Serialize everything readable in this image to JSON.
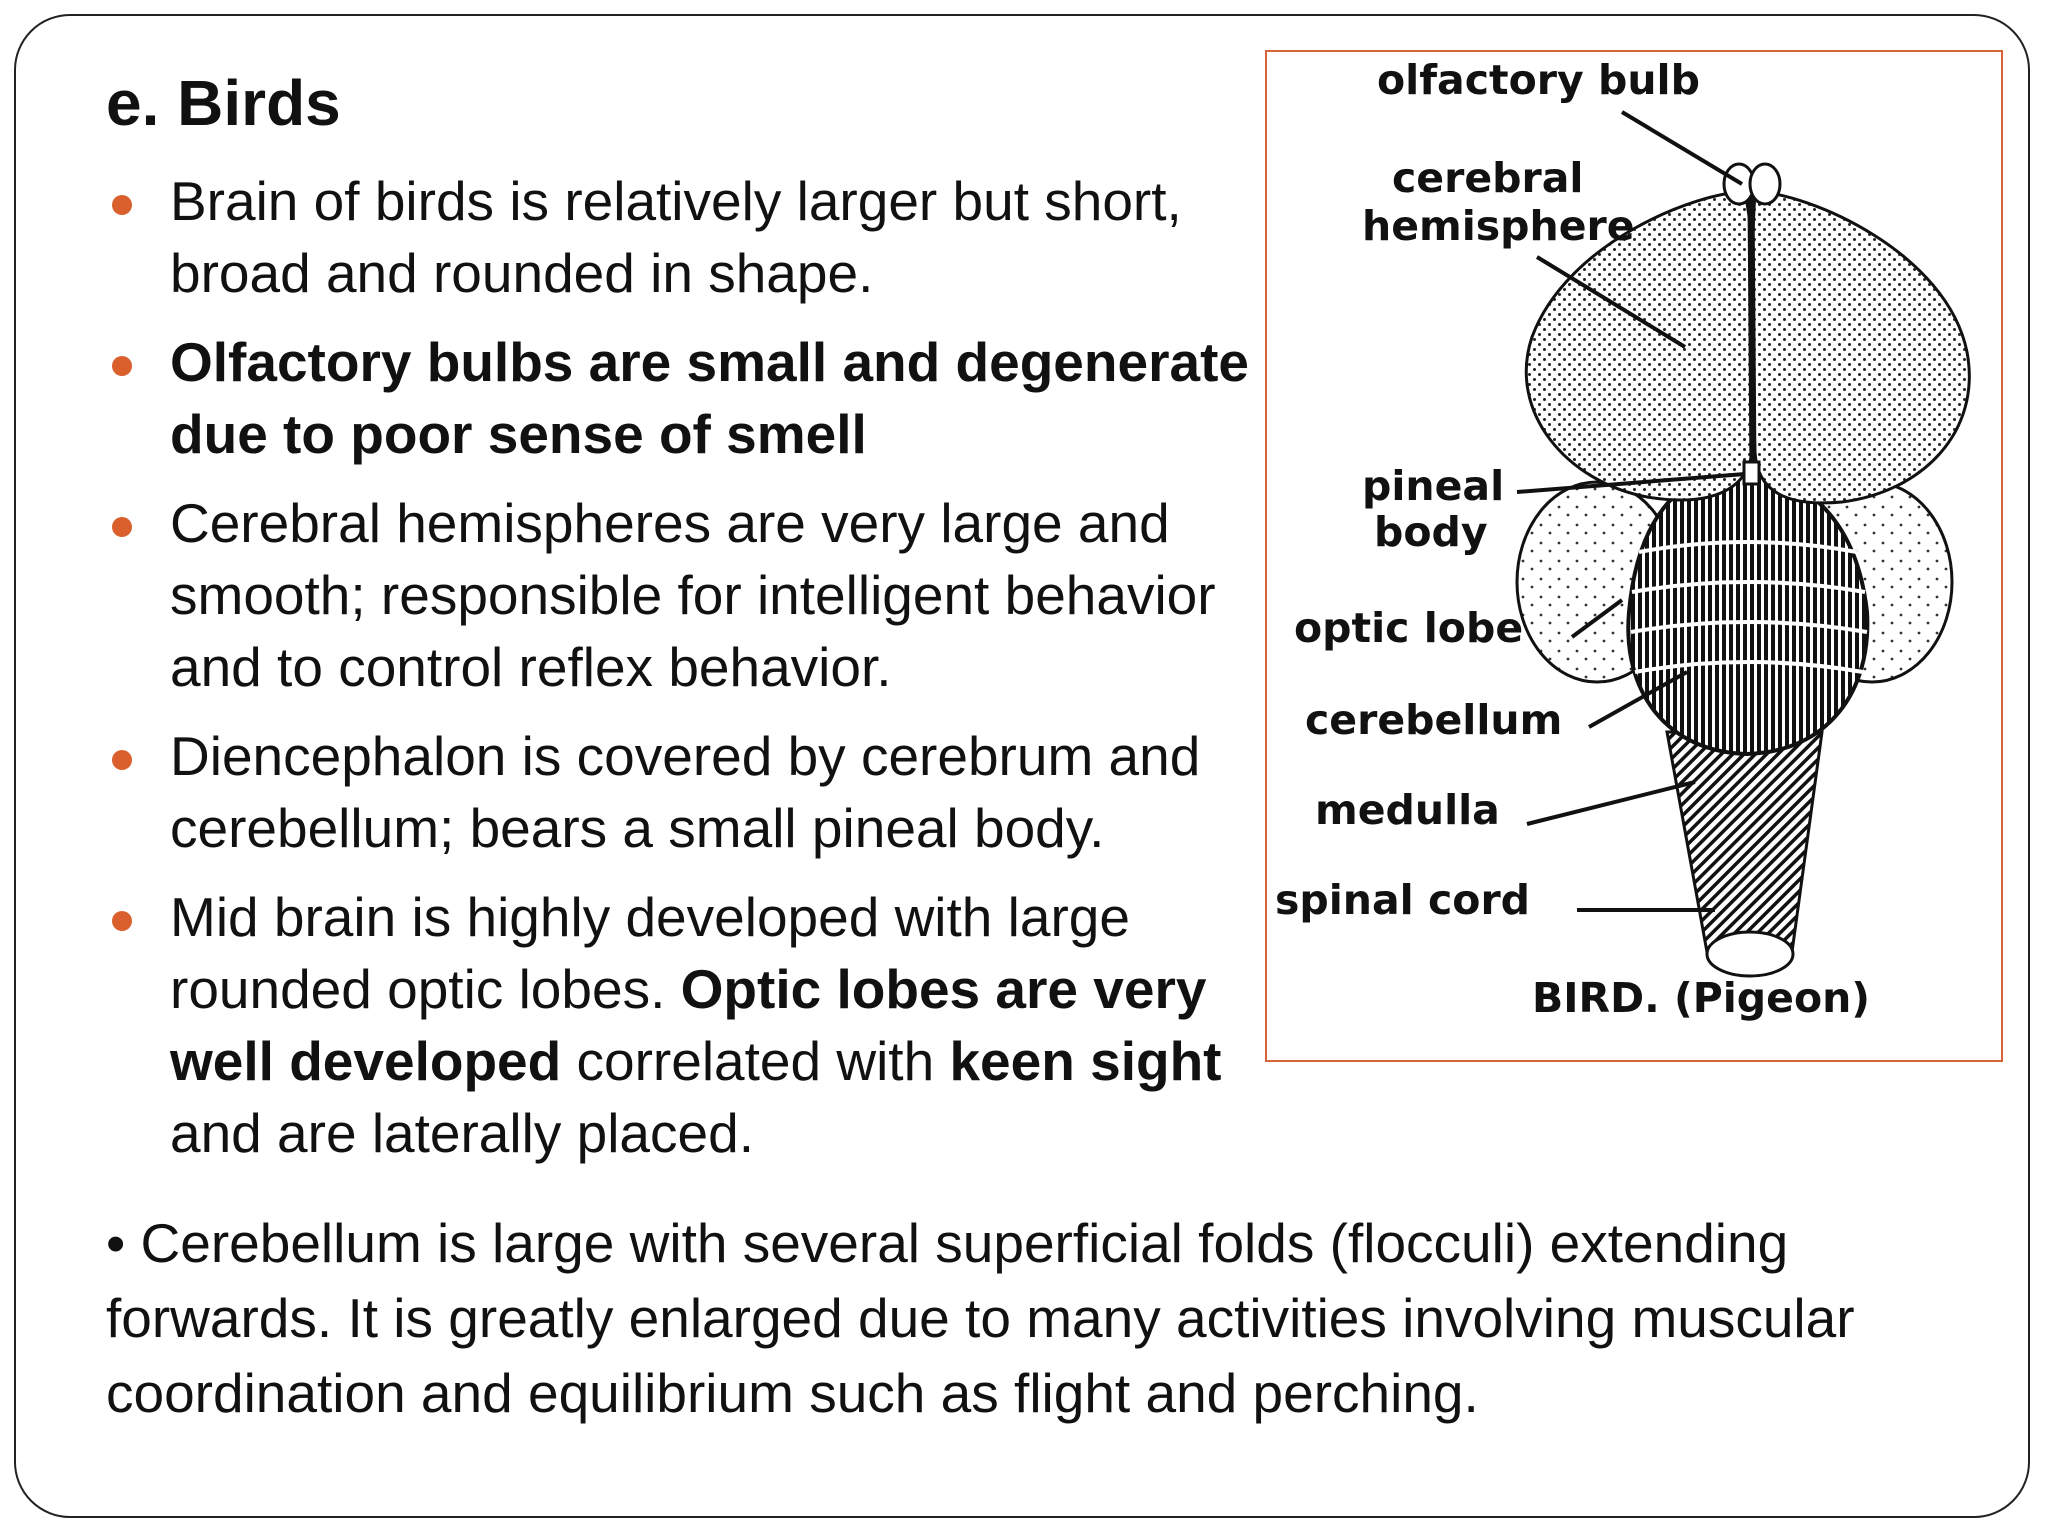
{
  "slide": {
    "title": "e. Birds",
    "bullets": [
      {
        "text": "Brain of birds is relatively larger but short, broad and rounded in shape."
      },
      {
        "text": "Olfactory bulbs are small and degenerate due to poor sense of smell"
      },
      {
        "text": "Cerebral hemispheres are very large and smooth; responsible for intelligent behavior and to control reflex behavior."
      },
      {
        "text": "Diencephalon is covered by cerebrum and cerebellum; bears a small pineal body."
      },
      {
        "parts": [
          "Mid brain is highly developed with large rounded optic lobes. ",
          "Optic lobes are very well developed",
          " correlated with ",
          "keen sight",
          " and are laterally placed."
        ]
      }
    ],
    "last_paragraph": "• Cerebellum is large with several superficial folds (flocculi) extending forwards. It is greatly enlarged due to many activities involving muscular coordination  and equilibrium such as flight and perching.",
    "bullet_color": "#d9602c"
  },
  "figure": {
    "labels": {
      "olfactory_bulb": "olfactory bulb",
      "cerebral_1": "cerebral",
      "cerebral_2": "hemisphere",
      "pineal_1": "pineal",
      "pineal_2": "body",
      "optic_lobe": "optic lobe",
      "cerebellum": "cerebellum",
      "medulla": "medulla",
      "spinal_cord": "spinal cord",
      "caption": "BIRD. (Pigeon)"
    },
    "border_color": "#d6643a"
  }
}
